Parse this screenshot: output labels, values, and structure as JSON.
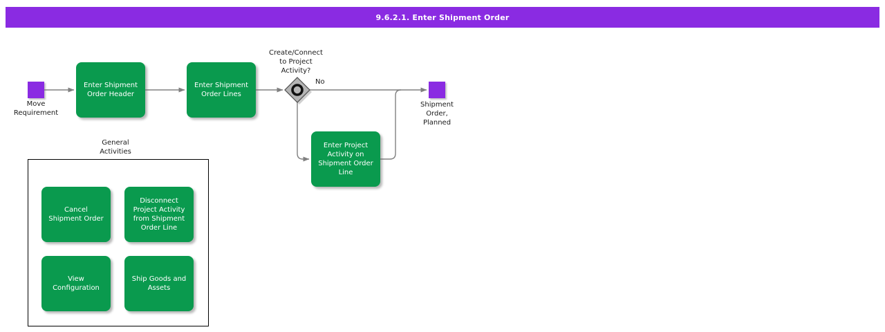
{
  "title": "9.6.2.1. Enter Shipment Order",
  "colors": {
    "title_bar_bg": "#8a2be2",
    "title_bar_fg": "#ffffff",
    "activity_green": "#0a9a4e",
    "event_purple": "#8a2be2",
    "connector_gray": "#808080",
    "gateway_gray": "#b5b5b5",
    "label_text": "#1a1a1a"
  },
  "flow": {
    "start": {
      "label": "Move\nRequirement"
    },
    "activities": [
      {
        "label": "Enter Shipment\nOrder Header"
      },
      {
        "label": "Enter Shipment\nOrder Lines"
      },
      {
        "label": "Enter Project\nActivity on\nShipment Order\nLine"
      }
    ],
    "decision": {
      "question": "Create/Connect\nto Project\nActivity?",
      "no_label": "No"
    },
    "end": {
      "label": "Shipment\nOrder,\nPlanned"
    }
  },
  "general": {
    "title": "General\nActivities",
    "items": [
      {
        "label": "Cancel\nShipment Order"
      },
      {
        "label": "Disconnect\nProject Activity\nfrom Shipment\nOrder Line"
      },
      {
        "label": "View\nConfiguration"
      },
      {
        "label": "Ship Goods and\nAssets"
      }
    ]
  }
}
